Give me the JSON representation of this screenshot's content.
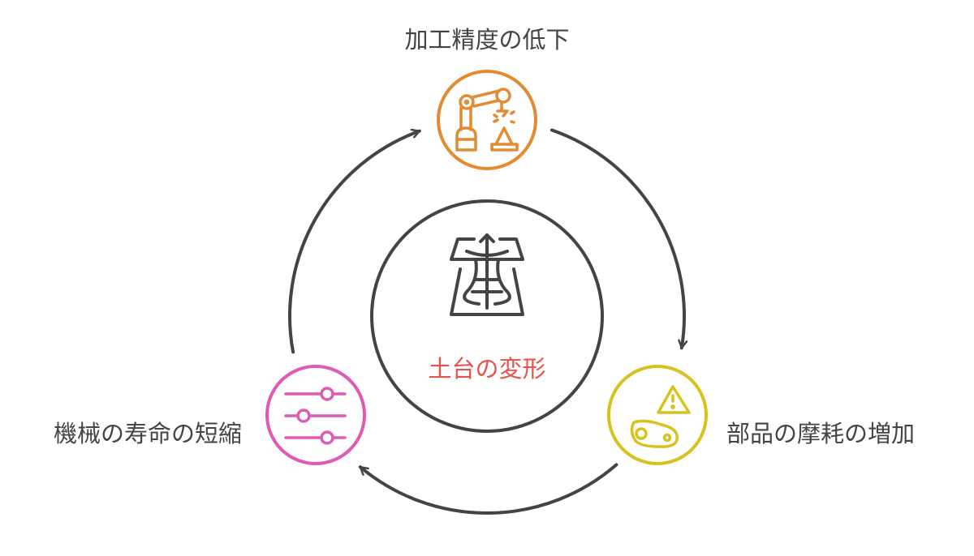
{
  "center": {
    "label": "土台の変形",
    "icon": "foundation-deformation-icon",
    "color": "#E8524A"
  },
  "nodes": [
    {
      "label": "加工精度の低下",
      "icon": "robot-arm-icon",
      "color": "#E38A33"
    },
    {
      "label": "部品の摩耗の増加",
      "icon": "belt-warning-icon",
      "color": "#D8C21E"
    },
    {
      "label": "機械の寿命の短縮",
      "icon": "sliders-icon",
      "color": "#DE5BB5"
    }
  ],
  "colors": {
    "line": "#444444",
    "text": "#444444"
  }
}
